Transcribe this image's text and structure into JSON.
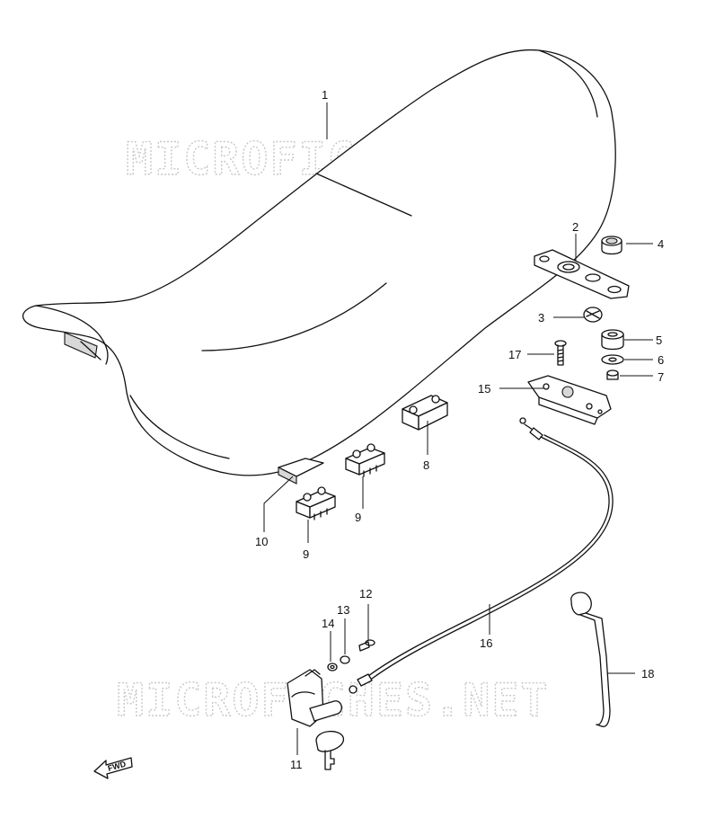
{
  "watermark": "MICROFICHES.NET",
  "fwd_label": "FWD",
  "callouts": {
    "c1": "1",
    "c2": "2",
    "c3": "3",
    "c4": "4",
    "c5": "5",
    "c6": "6",
    "c7": "7",
    "c8": "8",
    "c9a": "9",
    "c9b": "9",
    "c10": "10",
    "c11": "11",
    "c12": "12",
    "c13": "13",
    "c14": "14",
    "c15": "15",
    "c16": "16",
    "c17": "17",
    "c18": "18"
  }
}
